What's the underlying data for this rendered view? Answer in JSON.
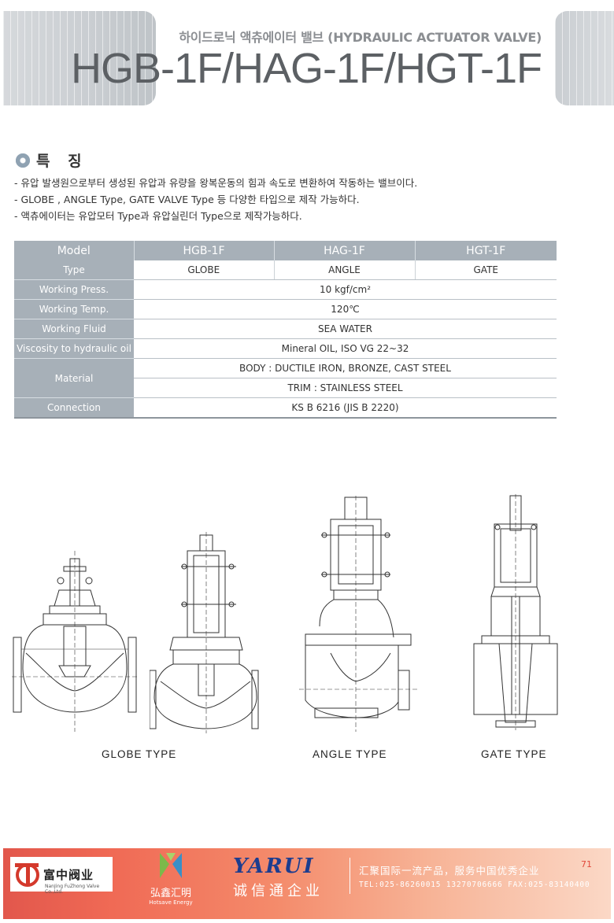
{
  "header": {
    "subtitle": "하이드로닉 액츄에이터 밸브 (HYDRAULIC ACTUATOR VALVE)",
    "title": "HGB-1F/HAG-1F/HGT-1F"
  },
  "features": {
    "heading": "특 징",
    "items": [
      "- 유압 발생원으로부터 생성된 유압과 유량을 왕복운동의 힘과 속도로 변환하여 작동하는 밸브이다.",
      "- GLOBE , ANGLE Type, GATE VALVE Type 등 다양한 타입으로 제작 가능하다.",
      "- 액츄에이터는 유압모터 Type과 유압실린더 Type으로 제작가능하다."
    ]
  },
  "table": {
    "headers": [
      "Model",
      "HGB-1F",
      "HAG-1F",
      "HGT-1F"
    ],
    "type": {
      "label": "Type",
      "values": [
        "GLOBE",
        "ANGLE",
        "GATE"
      ]
    },
    "press": {
      "label": "Working Press.",
      "value": "10 kgf/cm²"
    },
    "temp": {
      "label": "Working Temp.",
      "value": "120℃"
    },
    "fluid": {
      "label": "Working Fluid",
      "value": "SEA WATER"
    },
    "viscosity": {
      "label": "Viscosity to hydraulic oil",
      "value": "Mineral OIL, ISO VG 22~32"
    },
    "material": {
      "label": "Material",
      "body": "BODY : DUCTILE IRON,  BRONZE, CAST STEEL",
      "trim": "TRIM : STAINLESS STEEL"
    },
    "connection": {
      "label": "Connection",
      "value": "KS B 6216 (JIS B 2220)"
    }
  },
  "captions": {
    "globe": "GLOBE TYPE",
    "angle": "ANGLE TYPE",
    "gate": "GATE TYPE"
  },
  "footer": {
    "fz_name": "富中阀业",
    "fz_sub": "NanJing FuZhong Valve Co.,Ltd.",
    "hs_name": "弘鑫汇明",
    "hs_sub": "Hotsave Energy",
    "ya_logo": "YARUI",
    "ya_name": "诚信通企业",
    "slogan": "汇聚国际一流产品，服务中国优秀企业",
    "tel": "TEL:025-86260015 13270706666  FAX:025-83140400",
    "page": "71"
  },
  "colors": {
    "table_header": "#a7b0b8",
    "footer_start": "#e2574c",
    "footer_end": "#fbd8c6"
  }
}
